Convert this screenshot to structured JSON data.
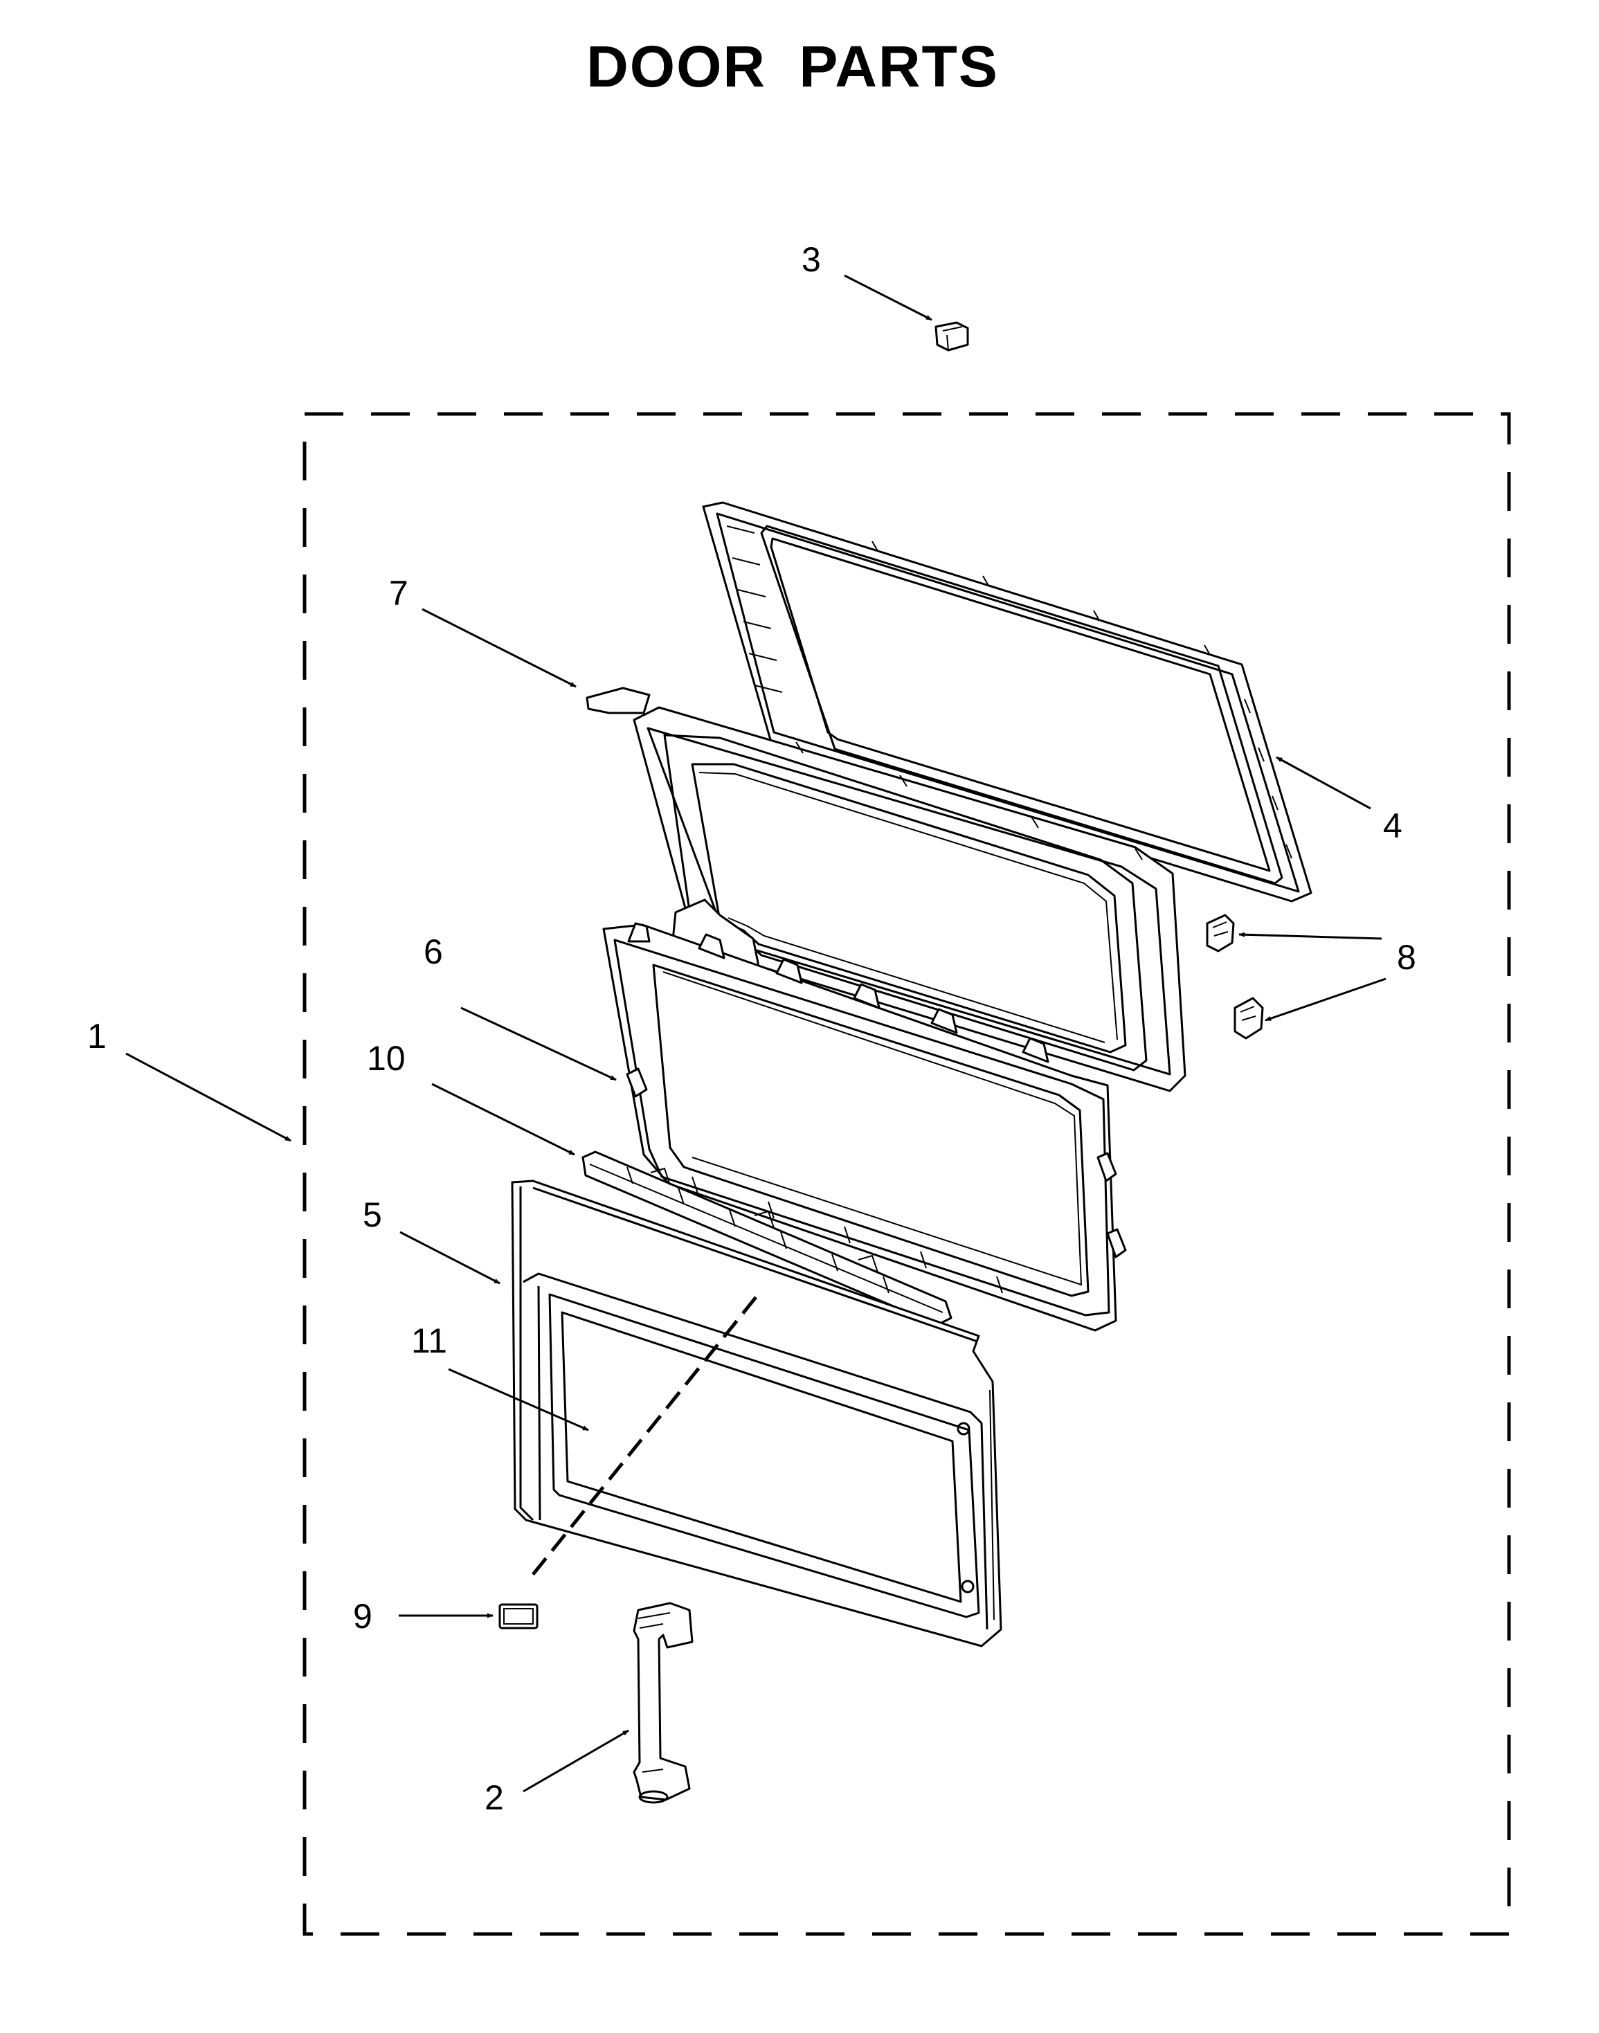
{
  "title": "DOOR PARTS",
  "callouts": [
    "1",
    "2",
    "3",
    "4",
    "5",
    "6",
    "7",
    "8",
    "8",
    "9",
    "10",
    "11"
  ],
  "parts": [
    {
      "callout": "1",
      "name": "door-assembly"
    },
    {
      "callout": "2",
      "name": "door-handle"
    },
    {
      "callout": "3",
      "name": "clip"
    },
    {
      "callout": "4",
      "name": "door-choke-frame"
    },
    {
      "callout": "5",
      "name": "outer-door-panel"
    },
    {
      "callout": "6",
      "name": "door-glass-frame"
    },
    {
      "callout": "7",
      "name": "inner-door-frame"
    },
    {
      "callout": "8",
      "name": "door-latch"
    },
    {
      "callout": "9",
      "name": "label"
    },
    {
      "callout": "10",
      "name": "door-hinge-bracket"
    },
    {
      "callout": "11",
      "name": "door-window-glass"
    }
  ]
}
